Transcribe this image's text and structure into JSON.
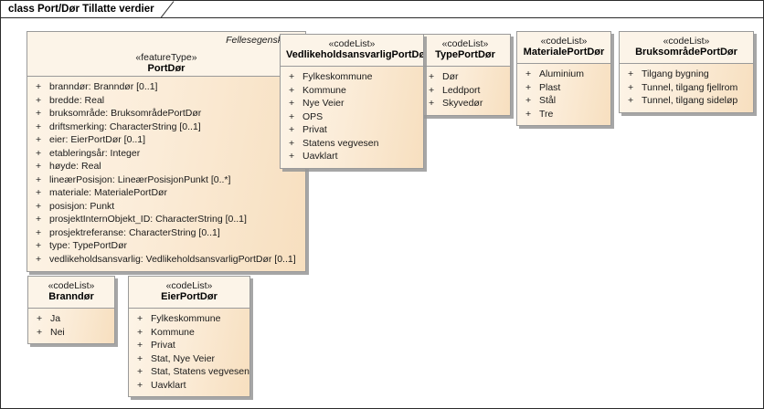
{
  "diagram": {
    "tab_title": "class Port/Dør Tillatte verdier",
    "colors": {
      "box_fill": "#fdf3e4",
      "header_fill": "#fcf4e8",
      "body_gradient_end": "#f7dfbf",
      "border": "#9a9a9a",
      "shadow": "#969696",
      "text": "#1a1a1a",
      "canvas_border": "#2b2b2b"
    }
  },
  "classes": {
    "portdor": {
      "package_note": "Fellesegenskaper",
      "stereotype": "«featureType»",
      "name": "PortDør",
      "attributes": [
        {
          "visibility": "+",
          "text": "branndør: Branndør [0..1]"
        },
        {
          "visibility": "+",
          "text": "bredde: Real"
        },
        {
          "visibility": "+",
          "text": "bruksområde: BruksområdePortDør"
        },
        {
          "visibility": "+",
          "text": "driftsmerking: CharacterString [0..1]"
        },
        {
          "visibility": "+",
          "text": "eier: EierPortDør [0..1]"
        },
        {
          "visibility": "+",
          "text": "etableringsår: Integer"
        },
        {
          "visibility": "+",
          "text": "høyde: Real"
        },
        {
          "visibility": "+",
          "text": "lineærPosisjon: LineærPosisjonPunkt [0..*]"
        },
        {
          "visibility": "+",
          "text": "materiale: MaterialePortDør"
        },
        {
          "visibility": "+",
          "text": "posisjon: Punkt"
        },
        {
          "visibility": "+",
          "text": "prosjektInternObjekt_ID: CharacterString [0..1]"
        },
        {
          "visibility": "+",
          "text": "prosjektreferanse: CharacterString [0..1]"
        },
        {
          "visibility": "+",
          "text": "type: TypePortDør"
        },
        {
          "visibility": "+",
          "text": "vedlikeholdsansvarlig: VedlikeholdsansvarligPortDør [0..1]"
        }
      ]
    },
    "vedlikehold": {
      "stereotype": "«codeList»",
      "name": "VedlikeholdsansvarligPortDør",
      "attributes": [
        {
          "visibility": "+",
          "text": "Fylkeskommune"
        },
        {
          "visibility": "+",
          "text": "Kommune"
        },
        {
          "visibility": "+",
          "text": "Nye Veier"
        },
        {
          "visibility": "+",
          "text": "OPS"
        },
        {
          "visibility": "+",
          "text": "Privat"
        },
        {
          "visibility": "+",
          "text": "Statens vegvesen"
        },
        {
          "visibility": "+",
          "text": "Uavklart"
        }
      ]
    },
    "typeport": {
      "stereotype": "«codeList»",
      "name": "TypePortDør",
      "attributes": [
        {
          "visibility": "+",
          "text": "Dør"
        },
        {
          "visibility": "+",
          "text": "Leddport"
        },
        {
          "visibility": "+",
          "text": "Skyvedør"
        }
      ]
    },
    "materiale": {
      "stereotype": "«codeList»",
      "name": "MaterialePortDør",
      "attributes": [
        {
          "visibility": "+",
          "text": "Aluminium"
        },
        {
          "visibility": "+",
          "text": "Plast"
        },
        {
          "visibility": "+",
          "text": "Stål"
        },
        {
          "visibility": "+",
          "text": "Tre"
        }
      ]
    },
    "bruksomrade": {
      "stereotype": "«codeList»",
      "name": "BruksområdePortDør",
      "attributes": [
        {
          "visibility": "+",
          "text": "Tilgang bygning"
        },
        {
          "visibility": "+",
          "text": "Tunnel, tilgang fjellrom"
        },
        {
          "visibility": "+",
          "text": "Tunnel, tilgang sideløp"
        }
      ]
    },
    "branndor": {
      "stereotype": "«codeList»",
      "name": "Branndør",
      "attributes": [
        {
          "visibility": "+",
          "text": "Ja"
        },
        {
          "visibility": "+",
          "text": "Nei"
        }
      ]
    },
    "eierport": {
      "stereotype": "«codeList»",
      "name": "EierPortDør",
      "attributes": [
        {
          "visibility": "+",
          "text": "Fylkeskommune"
        },
        {
          "visibility": "+",
          "text": "Kommune"
        },
        {
          "visibility": "+",
          "text": "Privat"
        },
        {
          "visibility": "+",
          "text": "Stat, Nye Veier"
        },
        {
          "visibility": "+",
          "text": "Stat, Statens vegvesen"
        },
        {
          "visibility": "+",
          "text": "Uavklart"
        }
      ]
    }
  }
}
